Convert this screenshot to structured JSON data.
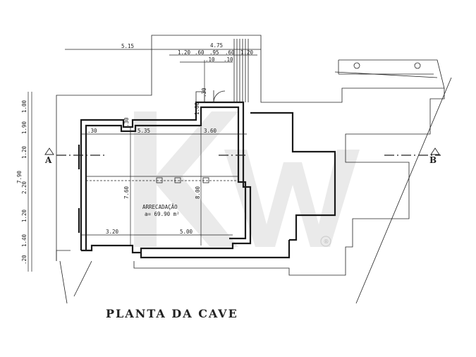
{
  "title": "PLANTA DA CAVE",
  "room": {
    "name": "ARRECADAÇÃO",
    "area": "a= 69.90 m²"
  },
  "sections": {
    "left": "A",
    "right": "B"
  },
  "watermark": {
    "text": "KW",
    "symbol": "®"
  },
  "dimensions": {
    "top_left": "5.15",
    "top_right": "4.75",
    "top_sub": [
      "1.20",
      ".60",
      ".95",
      ".60",
      "1.20"
    ],
    "top_small": [
      ".10",
      ".10"
    ],
    "stair": ".30",
    "entry": "1.00",
    "inner_top": [
      ".30",
      ".30",
      "5.35",
      "3.60"
    ],
    "inner_bottom": [
      "3.20",
      "5.00"
    ],
    "inner_vertical": [
      "7.60",
      "8.00"
    ],
    "left_chain": [
      "1.00",
      "1.90",
      "1.20",
      "2.20",
      "1.20",
      "1.40",
      ".20"
    ],
    "left_total": "7.90"
  },
  "colors": {
    "ink": "#222222",
    "watermark": "#d9d9d9"
  }
}
